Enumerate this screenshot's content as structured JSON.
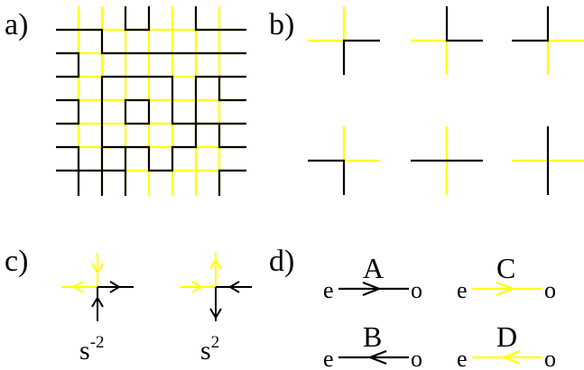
{
  "colors": {
    "black": "#000000",
    "yellow": "#ffff00"
  },
  "panel_labels": {
    "a": "a)",
    "b": "b)",
    "c": "c)",
    "d": "d)"
  },
  "panel_c": {
    "left_caption_base": "s",
    "left_caption_exp": "-2",
    "right_caption_base": "s",
    "right_caption_exp": "2"
  },
  "panel_d": {
    "A": {
      "letter": "A",
      "left": "e",
      "right": "o"
    },
    "C": {
      "letter": "C",
      "left": "e",
      "right": "o"
    },
    "B": {
      "letter": "B",
      "left": "e",
      "right": "o"
    },
    "D": {
      "letter": "D",
      "left": "e",
      "right": "o"
    }
  }
}
